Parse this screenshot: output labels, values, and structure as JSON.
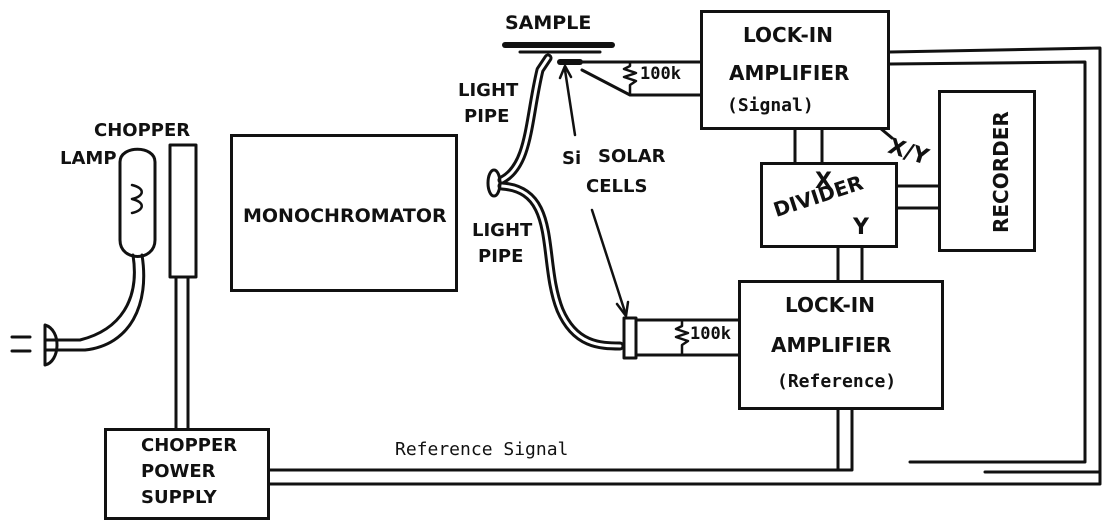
{
  "diagram": {
    "labels": {
      "sample": "SAMPLE",
      "light_pipe_top_1": "LIGHT",
      "light_pipe_top_2": "PIPE",
      "light_pipe_bottom_1": "LIGHT",
      "light_pipe_bottom_2": "PIPE",
      "si": "Si",
      "solar": "SOLAR",
      "cells": "CELLS",
      "chopper": "CHOPPER",
      "lamp": "LAMP",
      "xy": "X/Y",
      "resistor_top": "100k",
      "resistor_bottom": "100k",
      "reference_signal": "Reference Signal"
    },
    "boxes": {
      "monochromator": "MONOCHROMATOR",
      "lockin_signal_1": "LOCK-IN",
      "lockin_signal_2": "AMPLIFIER",
      "lockin_signal_3": "(Signal)",
      "divider_x": "X",
      "divider_mid": "DIVIDER",
      "divider_y": "Y",
      "recorder": "RECORDER",
      "lockin_ref_1": "LOCK-IN",
      "lockin_ref_2": "AMPLIFIER",
      "lockin_ref_3": "(Reference)",
      "power_1": "CHOPPER",
      "power_2": "POWER",
      "power_3": "SUPPLY"
    }
  }
}
